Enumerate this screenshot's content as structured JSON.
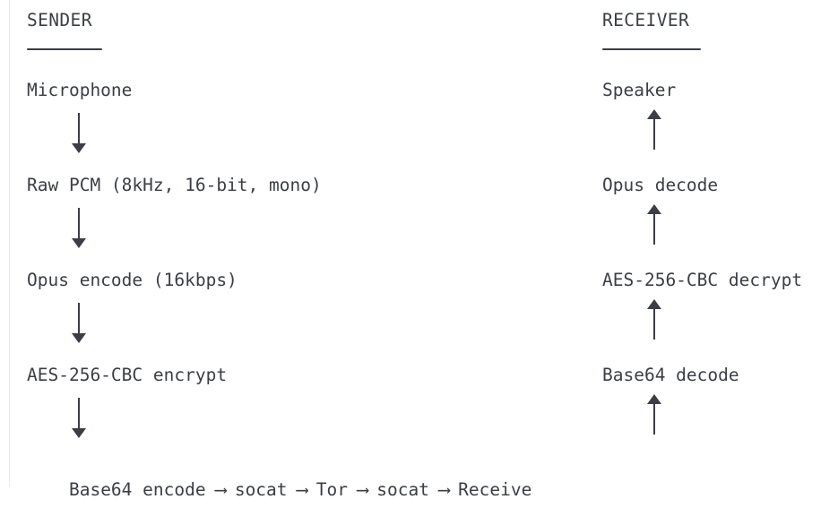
{
  "diagram": {
    "type": "ascii-pipeline",
    "background_color": "#ffffff",
    "text_color": "#3b3e44",
    "rule_color": "#e8e8ea",
    "sender": {
      "heading": "SENDER",
      "steps": [
        "Microphone",
        "Raw PCM (8kHz, 16-bit, mono)",
        "Opus encode (16kbps)",
        "AES-256-CBC encrypt",
        "Base64 encode"
      ],
      "arrow_direction": "down",
      "arrow_glyph": "▼"
    },
    "receiver": {
      "heading": "RECEIVER",
      "steps": [
        "Speaker",
        "Opus decode",
        "AES-256-CBC decrypt",
        "Base64 decode",
        "Receive"
      ],
      "arrow_direction": "up",
      "arrow_glyph": "▲"
    },
    "transport_chain": {
      "arrow_glyph": "⟶",
      "nodes": [
        "Base64 encode",
        "socat",
        "Tor",
        "socat",
        "Receive"
      ]
    }
  }
}
